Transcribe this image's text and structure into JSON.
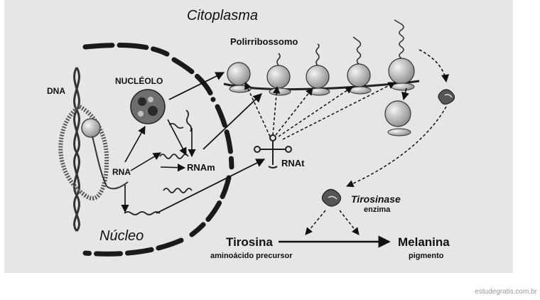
{
  "labels": {
    "citoplasma": "Citoplasma",
    "polirribossomo": "Polirribossomo",
    "dna": "DNA",
    "nucleolo": "NUCLÉOLO",
    "rna": "RNA",
    "rnam": "RNAm",
    "rnat": "RNAt",
    "nucleo": "Núcleo",
    "tirosinase": "Tirosinase",
    "enzima": "enzima",
    "tirosina": "Tirosina",
    "tirosina_sub": "aminoácido precursor",
    "melanina": "Melanina",
    "melanina_sub": "pigmento"
  },
  "watermark": "estudegratis.com.br",
  "colors": {
    "panel": "#e6e6e6",
    "ink": "#111111",
    "membrane": "#1a1a1a",
    "ribosome": "#bdbdbd"
  }
}
